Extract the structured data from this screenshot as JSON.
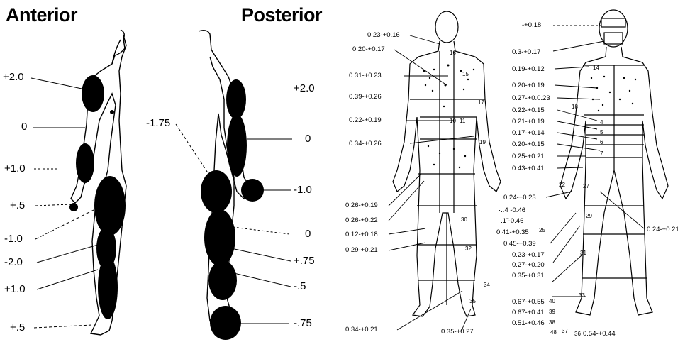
{
  "left_panel": {
    "title_anterior": "Anterior",
    "title_posterior": "Posterior",
    "anterior_labels": [
      "+2.0",
      "0",
      "+1.0",
      "+.5",
      "-1.0",
      "-2.0",
      "+1.0",
      "+.5"
    ],
    "posterior_labels": [
      "+2.0",
      "-1.75",
      "0",
      "-1.0",
      "0",
      "+.75",
      "-.5",
      "-.75"
    ]
  },
  "back_figure": {
    "labels": [
      "0.23-+0.16",
      "0.20-+0.17",
      "0.31-+0.23",
      "0.39-+0.26",
      "0.22-+0.19",
      "0.34-+0.26",
      "0.26-+0.19",
      "0.26-+0.22",
      "0.12-+0.18",
      "0.29-+0.21",
      "0.34-+0.21",
      "0.35-+0.27"
    ],
    "numbers": [
      "16",
      "15",
      "17",
      "10",
      "11",
      "19",
      "30",
      "32",
      "34",
      "35"
    ]
  },
  "front_figure": {
    "labels": [
      "-+0.18",
      "0.3-+0.17",
      "0.19-+0.12",
      "0.20-+0.19",
      "0.27-+0.0.23",
      "0.22-+0.15",
      "0.21-+0.19",
      "0.17-+0.14",
      "0.20-+0.15",
      "0.25-+0.21",
      "0.43-+0.41",
      "0.24-+0.23",
      "·.:4 -0.46",
      "·.1̃ -0.46",
      "0.41-+0.35",
      "0.45-+0.39",
      "0.23-+0.17",
      "0.27-+0.20",
      "0.35-+0.31",
      "0.67-+0.55",
      "0.67-+0.41",
      "0.51-+0.46",
      "0.54-+0.44",
      "0.24-+0.21"
    ],
    "numbers": [
      "14",
      "18",
      "4",
      "5",
      "6",
      "7",
      "22",
      "27",
      "25",
      "29",
      "31",
      "33",
      "40",
      "39",
      "38",
      "48",
      "37",
      "36"
    ]
  }
}
